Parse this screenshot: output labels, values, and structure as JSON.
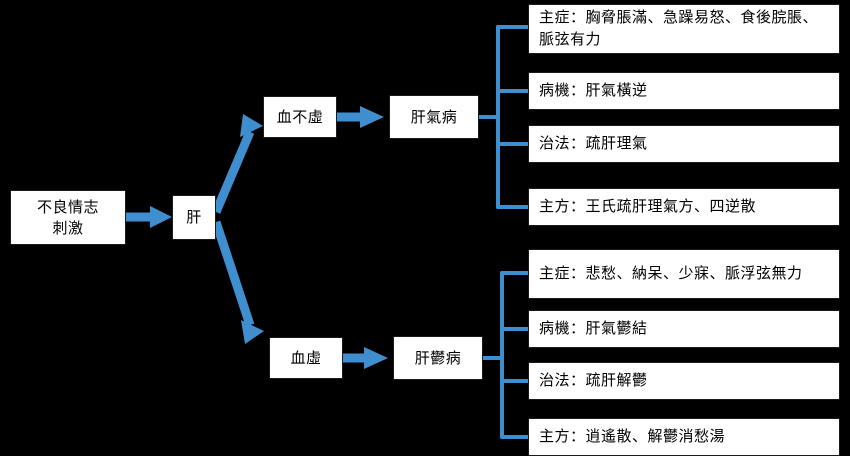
{
  "diagram": {
    "title": "",
    "accent_color": "#3f8fd0",
    "node_bg": "#ffffff",
    "node_border": "#1a1a1a",
    "background": "#000000",
    "nodes": {
      "root": "不良情志\n刺激",
      "root_line1": "不良情志",
      "root_line2": "刺激",
      "liver": "肝",
      "branch_top": "血不虛",
      "branch_bottom": "血虛",
      "disease_top": "肝氣病",
      "disease_bottom": "肝鬱病"
    },
    "top_details": [
      "主症：胸脅脹滿、急躁易怒、食後脘脹、脈弦有力",
      "病機：肝氣橫逆",
      "治法：疏肝理氣",
      "主方：王氏疏肝理氣方、四逆散"
    ],
    "bottom_details": [
      "主症：悲愁、納呆、少寐、脈浮弦無力",
      "病機：肝氣鬱結",
      "治法：疏肝解鬱",
      "主方：逍遙散、解鬱消愁湯"
    ]
  }
}
